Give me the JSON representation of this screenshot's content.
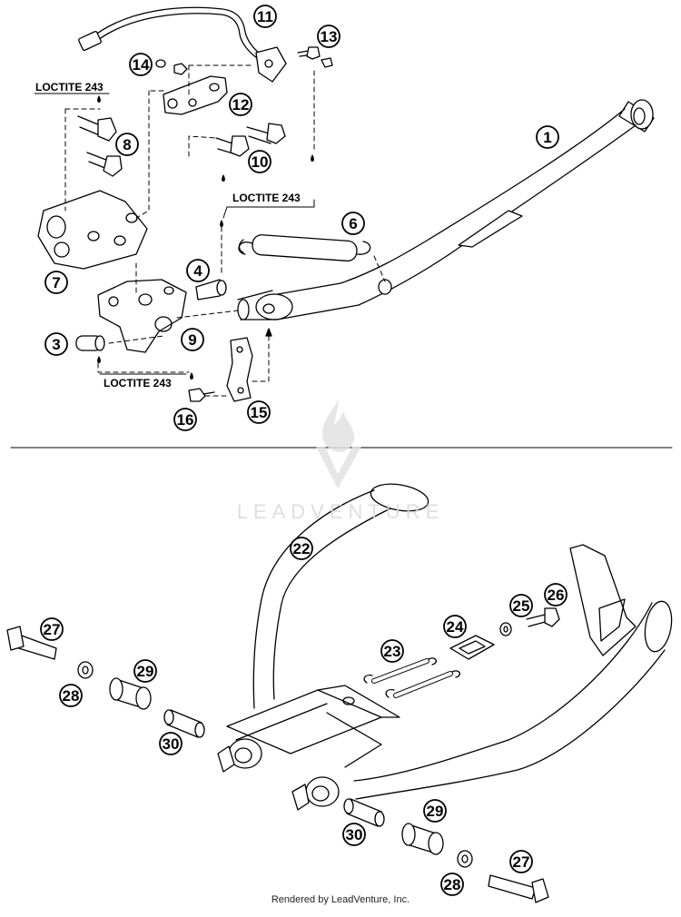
{
  "diagram": {
    "watermark": "LEADVENTURE",
    "footer": "Rendered by LeadVenture, Inc.",
    "loctite_label": "LOCTITE 243",
    "callouts": {
      "c1": "1",
      "c3": "3",
      "c4": "4",
      "c6": "6",
      "c7": "7",
      "c8": "8",
      "c9": "9",
      "c10": "10",
      "c11": "11",
      "c12": "12",
      "c13": "13",
      "c14": "14",
      "c15": "15",
      "c16": "16",
      "c22": "22",
      "c23": "23",
      "c24": "24",
      "c25": "25",
      "c26": "26",
      "c27a": "27",
      "c28a": "28",
      "c29a": "29",
      "c30a": "30",
      "c27b": "27",
      "c28b": "28",
      "c29b": "29",
      "c30b": "30"
    }
  }
}
